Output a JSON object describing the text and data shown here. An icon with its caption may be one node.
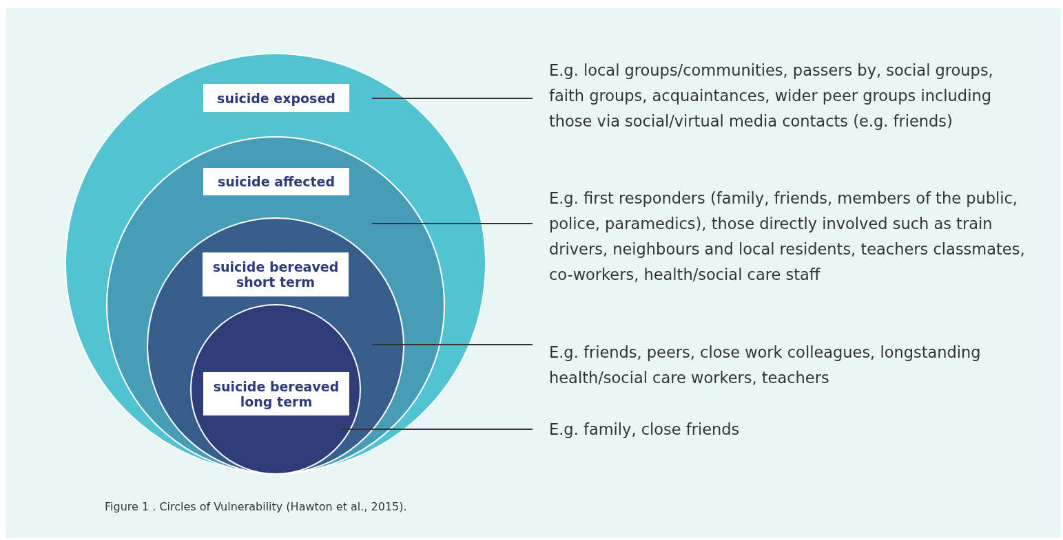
{
  "diagram": {
    "caption": "Figure 1 . Circles of Vulnerability (Hawton et al., 2015).",
    "nodes": [
      {
        "text": [
          "suicide exposed"
        ]
      },
      {
        "text": [
          "suicide affected"
        ],
        "in": 0
      },
      {
        "text": [
          "suicide bereaved short term"
        ],
        "in": 1
      },
      {
        "text": [
          "suicide bereaved long term"
        ],
        "in": 2
      },
      {
        "text": [
          "E.g. local groups/communities, passers by, social groups, faith groups, acquaintances, wider peer groups including those via social/virtual media contacts (e.g. friends)"
        ]
      },
      {
        "text": [
          "E.g. first responders (family, friends, members of the public, police, paramedics), those directly involved such as train drivers, neighbours and local residents, teachers classmates, co-workers, health/social care staff"
        ]
      },
      {
        "text": [
          "E.g. friends, peers, close work colleagues, longstanding health/social care workers, teachers"
        ]
      },
      {
        "text": [
          "E.g. family, close friends"
        ]
      }
    ],
    "edges": [
      {
        "from": 4,
        "to": 0,
        "arrow": "none"
      },
      {
        "from": 5,
        "to": 1,
        "arrow": "none"
      },
      {
        "from": 6,
        "to": 2,
        "arrow": "none"
      },
      {
        "from": 7,
        "to": 3,
        "arrow": "none"
      }
    ]
  }
}
